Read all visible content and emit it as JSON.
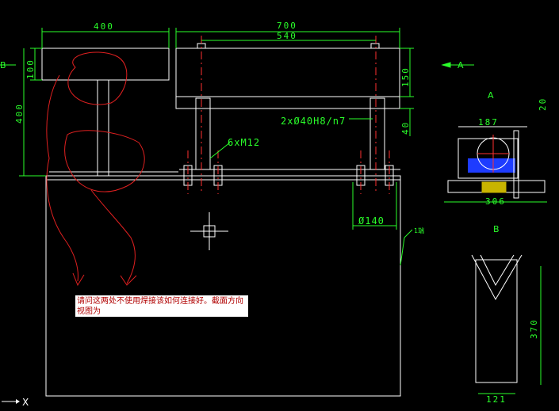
{
  "drawing": {
    "dims": {
      "top_left_width": "400",
      "top_total_width": "700",
      "top_inner_width": "540",
      "left_block_height": "100",
      "left_total_height": "400",
      "right_h1": "150",
      "right_h2": "40",
      "right_h3": "20",
      "bolt_spec": "6xM12",
      "pin_spec": "2xØ40H8/n7",
      "pin_dia": "Ø140",
      "detail_a_width": "187",
      "detail_a_base": "306",
      "detail_b_height": "370",
      "detail_b_width": "121"
    },
    "labels": {
      "section_a_arrow": "A",
      "view_a": "A",
      "view_b": "B",
      "left_b": "B",
      "small_label": "1端"
    },
    "note": "请问这两处不使用焊接该如何连接好。截面方向视图为",
    "axis_x": "X"
  },
  "colors": {
    "background": "#000000",
    "lines": "#ffffff",
    "dims": "#2aff2a",
    "centerline": "#ff3030",
    "markup": "#e02020",
    "fill_blue": "#1e3cff",
    "fill_yellow": "#c8b400"
  }
}
